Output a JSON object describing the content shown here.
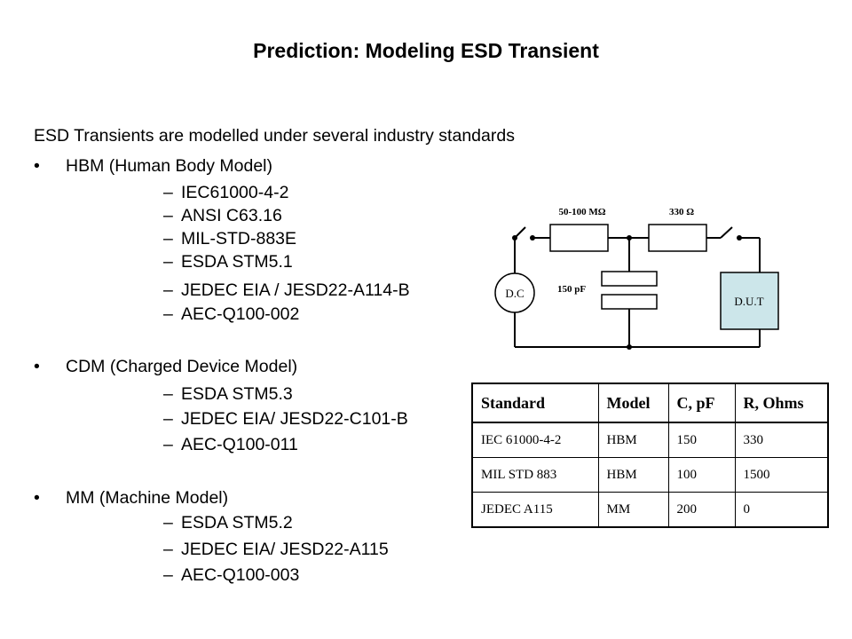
{
  "slide": {
    "title": "Prediction: Modeling ESD Transient",
    "intro": "ESD Transients are modelled under several industry standards",
    "bullets": [
      {
        "label": "HBM (Human Body Model)",
        "items": [
          "IEC61000-4-2",
          "ANSI C63.16",
          "MIL-STD-883E",
          "ESDA STM5.1",
          "JEDEC EIA / JESD22-A114-B",
          "AEC-Q100-002"
        ]
      },
      {
        "label": "CDM (Charged Device Model)",
        "items": [
          "ESDA STM5.3",
          "JEDEC EIA/ JESD22-C101-B",
          "AEC-Q100-011"
        ]
      },
      {
        "label": "MM (Machine Model)",
        "items": [
          "ESDA STM5.2",
          "JEDEC EIA/ JESD22-A115",
          "AEC-Q100-003"
        ]
      }
    ],
    "bullet_symbol": "•",
    "dash_symbol": "–"
  },
  "circuit": {
    "resistor1_label": "50-100 MΩ",
    "resistor2_label": "330 Ω",
    "capacitor_label": "150 pF",
    "source_label": "D.C",
    "dut_label": "D.U.T",
    "dut_fill": "#cce6ea"
  },
  "table": {
    "headers": [
      "Standard",
      "Model",
      "C, pF",
      "R, Ohms"
    ],
    "rows": [
      [
        "IEC 61000-4-2",
        "HBM",
        "150",
        "330"
      ],
      [
        "MIL STD 883",
        "HBM",
        "100",
        "1500"
      ],
      [
        "JEDEC A115",
        "MM",
        "200",
        "0"
      ]
    ]
  }
}
